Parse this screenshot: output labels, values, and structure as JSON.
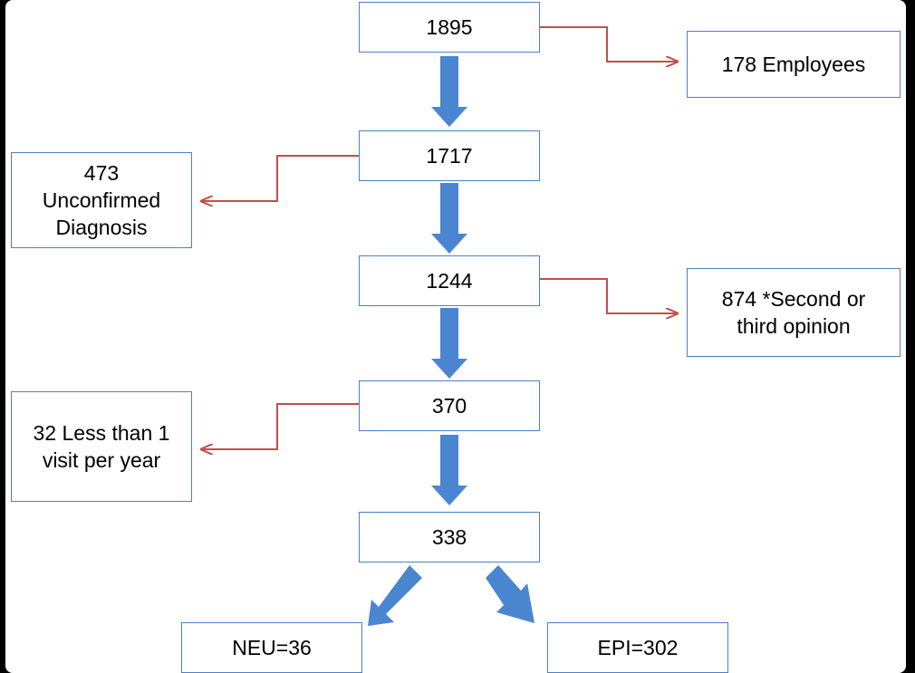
{
  "flow": {
    "main_steps": [
      "1895",
      "1717",
      "1244",
      "370",
      "338"
    ],
    "exclusions": [
      "178 Employees",
      "473\nUnconfirmed\nDiagnosis",
      "874 *Second or\nthird opinion",
      "32 Less than 1\nvisit per year"
    ],
    "outcomes": [
      "NEU=36",
      "EPI=302"
    ]
  },
  "colors": {
    "background": "#000000",
    "panel": "#ffffff",
    "box_border": "#4a80c8",
    "main_arrow": "#4a86d0",
    "exclusion_arrow": "#c0504d",
    "text": "#000000"
  }
}
